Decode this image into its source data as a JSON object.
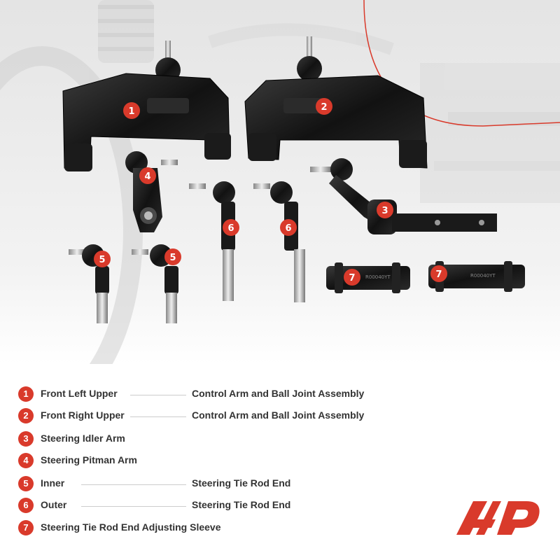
{
  "legend": [
    {
      "num": "1",
      "label": "Front Left Upper",
      "desc": "Control Arm and Ball Joint Assembly"
    },
    {
      "num": "2",
      "label": "Front Right Upper",
      "desc": "Control Arm and Ball Joint Assembly"
    },
    {
      "num": "3",
      "label": "Steering Idler Arm",
      "desc": ""
    },
    {
      "num": "4",
      "label": "Steering Pitman Arm",
      "desc": ""
    },
    {
      "num": "5",
      "label": "Inner",
      "desc": "Steering Tie Rod End"
    },
    {
      "num": "6",
      "label": "Outer",
      "desc": "Steering Tie Rod End"
    },
    {
      "num": "7",
      "label": "Steering Tie Rod End Adjusting Sleeve",
      "desc": ""
    }
  ],
  "parts": {
    "badge_control_arm_left": "1",
    "badge_control_arm_right": "2",
    "badge_idler_arm": "3",
    "badge_pitman_arm": "4",
    "badge_inner_tie_rod_a": "5",
    "badge_inner_tie_rod_b": "5",
    "badge_outer_tie_rod_a": "6",
    "badge_outer_tie_rod_b": "6",
    "badge_sleeve_a": "7",
    "badge_sleeve_b": "7",
    "sleeve_text_a": "R00040YT",
    "sleeve_text_b": "R00040YT"
  },
  "colors": {
    "accent": "#d93a2b",
    "text": "#333333",
    "part": "#141414"
  },
  "logo": {
    "icon": "brand-logo-icon"
  }
}
